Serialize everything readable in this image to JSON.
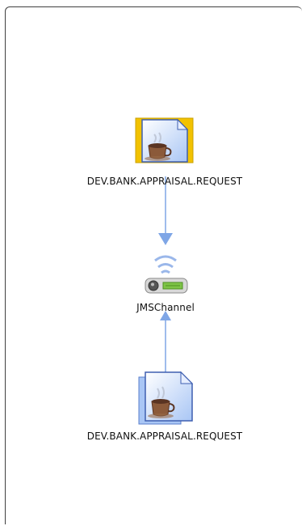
{
  "diagram": {
    "nodes": {
      "top_destination": {
        "label": "DEV.BANK.APPRAISAL.REQUEST",
        "selected": true
      },
      "channel": {
        "label": "JMSChannel"
      },
      "bottom_destination": {
        "label": "DEV.BANK.APPRAISAL.REQUEST",
        "selected": false
      }
    },
    "colors": {
      "connector": "#7fa6e6",
      "selection": "#f2c200",
      "document": "#cfe0ff"
    }
  }
}
